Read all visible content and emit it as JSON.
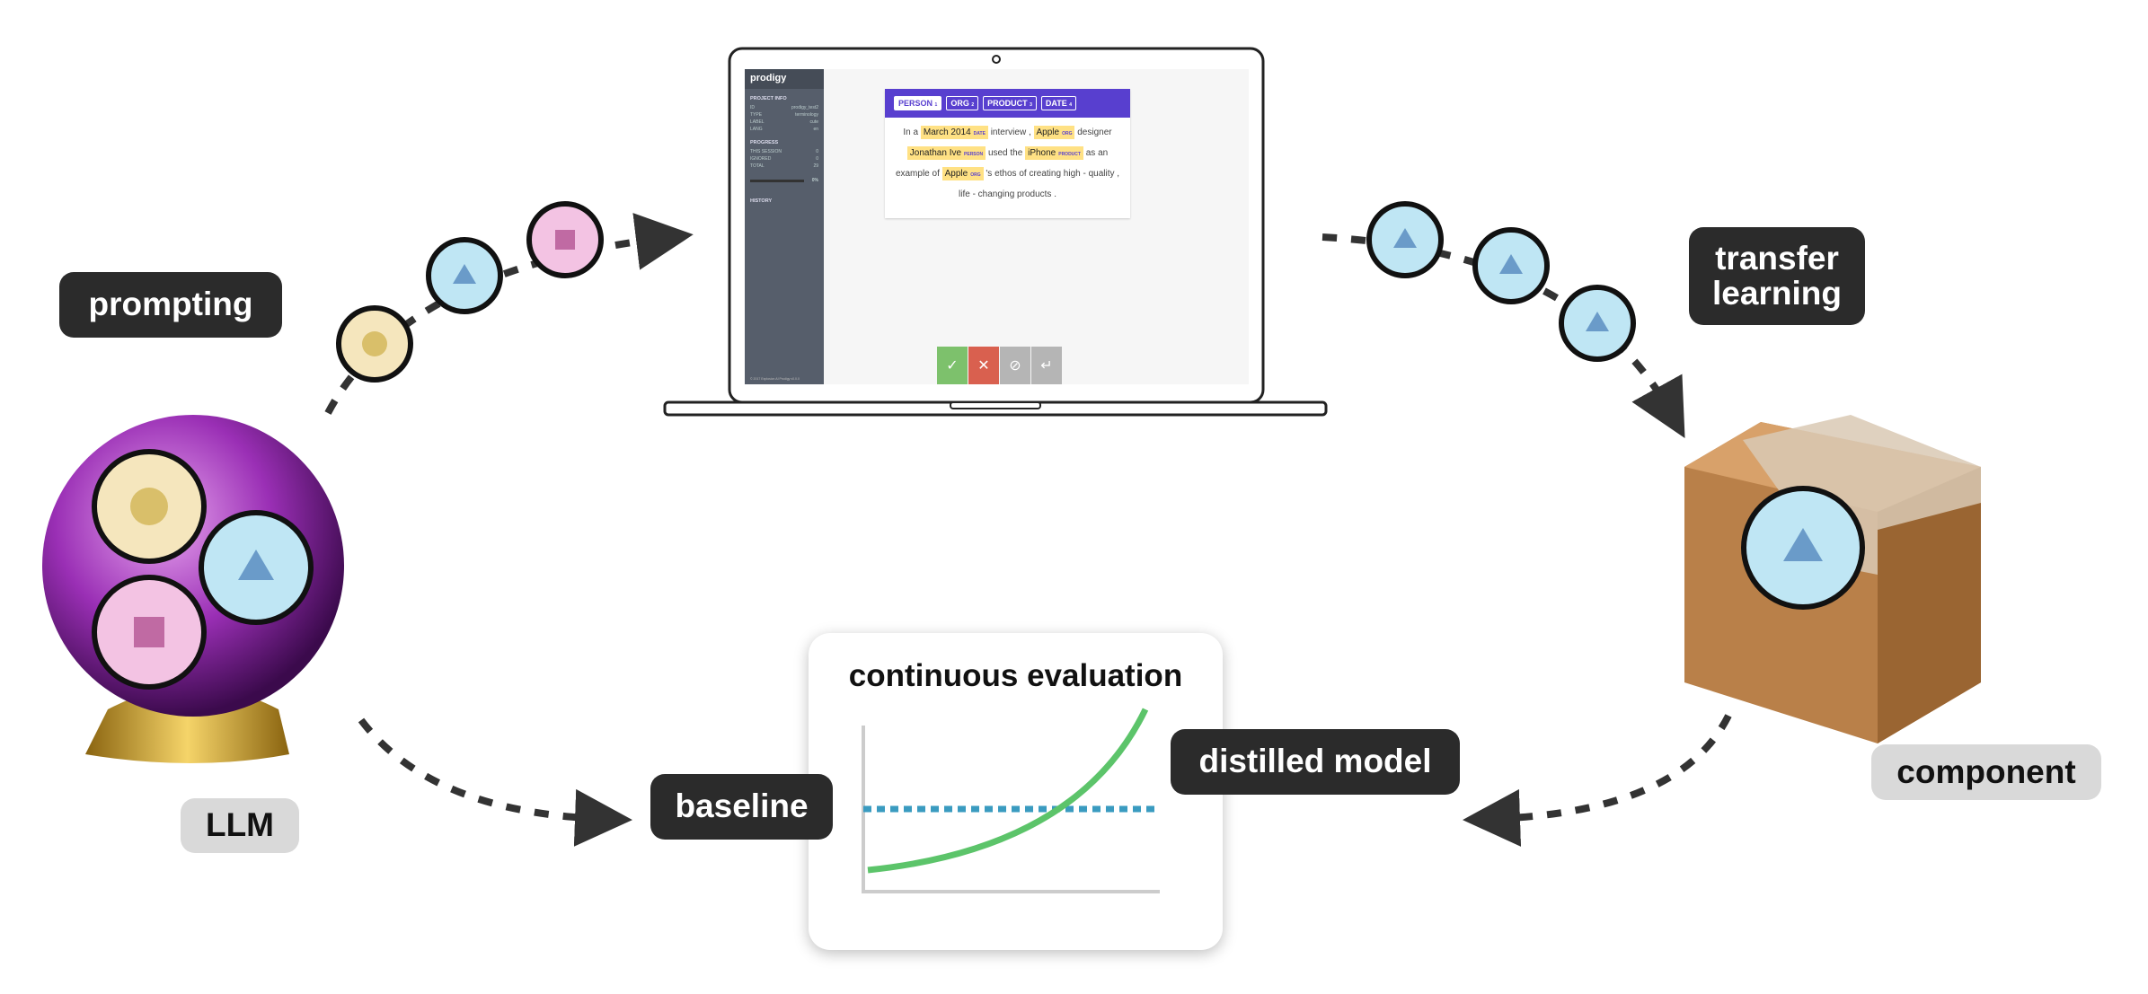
{
  "labels": {
    "prompting": "prompting",
    "transfer_learning": "transfer learning",
    "llm": "LLM",
    "component": "component",
    "baseline": "baseline",
    "distilled_model": "distilled model",
    "continuous_evaluation": "continuous evaluation"
  },
  "prodigy": {
    "logo": "prodigy",
    "project_info": {
      "heading": "PROJECT INFO",
      "rows": [
        [
          "ID",
          "prodigy_test2"
        ],
        [
          "TYPE",
          "terminology"
        ],
        [
          "LABEL",
          "cute"
        ],
        [
          "LANG",
          "en"
        ]
      ]
    },
    "progress": {
      "heading": "PROGRESS",
      "rows": [
        [
          "THIS SESSION",
          "0"
        ],
        [
          "IGNORED",
          "0"
        ],
        [
          "TOTAL",
          "29"
        ]
      ],
      "percent": "0%",
      "value": 0
    },
    "history": "HISTORY",
    "footer": "© 2017 Explosion AI   Prodigy v0.0.0",
    "labels": [
      {
        "text": "PERSON",
        "key": "1"
      },
      {
        "text": "ORG",
        "key": "2"
      },
      {
        "text": "PRODUCT",
        "key": "3"
      },
      {
        "text": "DATE",
        "key": "4"
      }
    ],
    "text": {
      "t1": "In a",
      "e1": "March 2014",
      "l1": "DATE",
      "t2": "interview ,",
      "e2": "Apple",
      "l2": "ORG",
      "t3": "designer",
      "e3": "Jonathan Ive",
      "l3": "PERSON",
      "t4": "used the",
      "e4": "iPhone",
      "l4": "PRODUCT",
      "t5": "as an example of",
      "e5": "Apple",
      "l5": "ORG",
      "t6": "'s ethos of creating high - quality , life - changing products ."
    },
    "buttons": {
      "accept": "✓",
      "reject": "✕",
      "ignore": "⊘",
      "undo": "↵"
    }
  },
  "colors": {
    "accent": "#583fcf",
    "accept": "#7dc16c",
    "reject": "#d9604f",
    "baseline": "#3a9bc0",
    "curve": "#5cc46a",
    "beige": "#f5e6bd",
    "blue": "#bfe6f4",
    "pink": "#f3c3e3"
  }
}
